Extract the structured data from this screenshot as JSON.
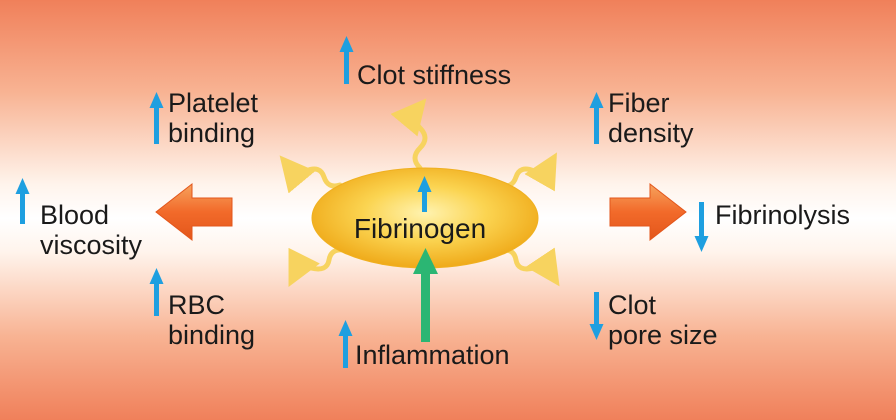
{
  "center": {
    "label": "Fibrinogen",
    "change": "up"
  },
  "nodes": {
    "clot_stiffness": {
      "label": "Clot stiffness",
      "change": "up"
    },
    "platelet_binding": {
      "line1": "Platelet",
      "line2": "binding",
      "change": "up"
    },
    "fiber_density": {
      "line1": "Fiber",
      "line2": "density",
      "change": "up"
    },
    "blood_viscosity": {
      "line1": "Blood",
      "line2": "viscosity",
      "change": "up"
    },
    "fibrinolysis": {
      "label": "Fibrinolysis",
      "change": "down"
    },
    "rbc_binding": {
      "line1": "RBC",
      "line2": "binding",
      "change": "up"
    },
    "clot_pore_size": {
      "line1": "Clot",
      "line2": "pore size",
      "change": "down"
    },
    "inflammation": {
      "label": "Inflammation",
      "change": "up"
    }
  },
  "colors": {
    "change_arrow": "#1e9fe0",
    "input_arrow": "#2bb673",
    "block_arrow": "#f26a2a",
    "ellipse": "#f3b61c",
    "wavy_arrow": "#f7d35f"
  }
}
